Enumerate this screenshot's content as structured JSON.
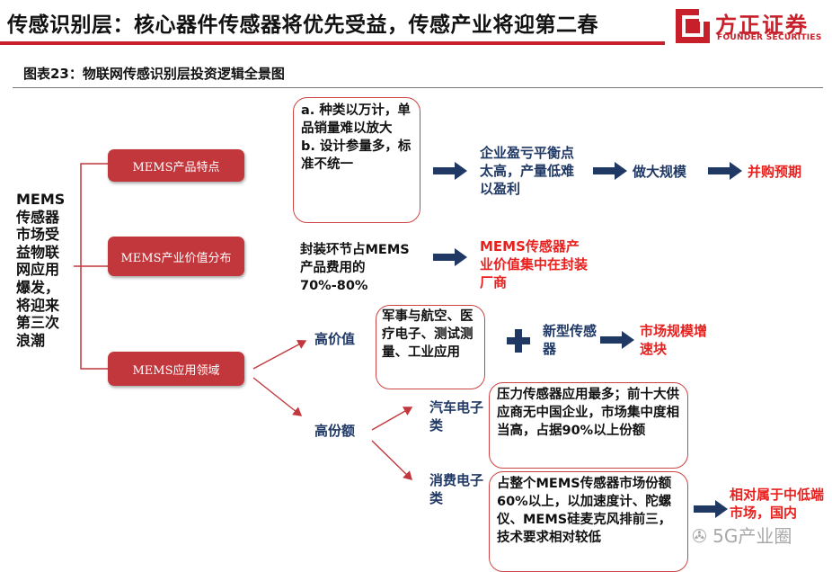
{
  "header": {
    "title": "传感识别层：核心器件传感器将优先受益，传感产业将迎第二春",
    "logo_cn": "方正证券",
    "logo_en": "FOUNDER SECURITIES"
  },
  "figure": {
    "title": "图表23：物联网传感识别层投资逻辑全景图"
  },
  "root": {
    "text": "MEMS传感器市场受益物联网应用爆发，将迎来第三次浪潮"
  },
  "branches": {
    "product_features": "MEMS产品特点",
    "value_distribution": "MEMS产业价值分布",
    "applications": "MEMS应用领域"
  },
  "features": {
    "note_a": "a. 种类以万计，单品销量难以放大",
    "note_b": "b. 设计参量多，标准不统一",
    "result1": "企业盈亏平衡点太高，产量低难以盈利",
    "result2": "做大规模",
    "result3": "并购预期"
  },
  "value": {
    "note": "封装环节占MEMS产品费用的70%-80%",
    "result": "MEMS传感器产业价值集中在封装厂商"
  },
  "apps": {
    "high_value": "高价值",
    "high_value_fields": "军事与航空、医疗电子、测试测量、工业应用",
    "new_sensor": "新型传感器",
    "high_value_result": "市场规模增速块",
    "high_share": "高份额",
    "auto": "汽车电子类",
    "auto_note": "压力传感器应用最多；前十大供应商无中国企业，市场集中度相当高，占据90%以上份额",
    "consumer": "消费电子类",
    "consumer_note": "占整个MEMS传感器市场份额60%以上，以加速度计、陀螺仪、MEMS硅麦克风排前三，技术要求相对较低",
    "consumer_result": "相对属于中低端市场，国内"
  },
  "watermark": "5G产业圈",
  "colors": {
    "brand_red": "#c8202a",
    "box_red": "#c2373c",
    "arrow_navy": "#1f3864",
    "highlight_red": "#e8201e"
  }
}
